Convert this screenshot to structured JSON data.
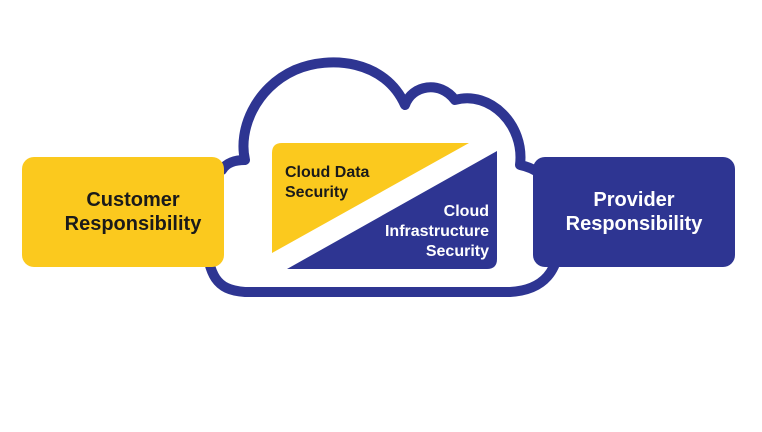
{
  "colors": {
    "yellow": "#FBC91E",
    "navy": "#2E3592",
    "dark_text": "#1A1A1A",
    "white_text": "#FFFFFF"
  },
  "customer_box": {
    "line1": "Customer",
    "line2": "Responsibility"
  },
  "provider_box": {
    "line1": "Provider",
    "line2": "Responsibility"
  },
  "cloud_data_security": {
    "line1": "Cloud Data",
    "line2": "Security"
  },
  "cloud_infrastructure_security": {
    "line1": "Cloud",
    "line2": "Infrastructure",
    "line3": "Security"
  }
}
